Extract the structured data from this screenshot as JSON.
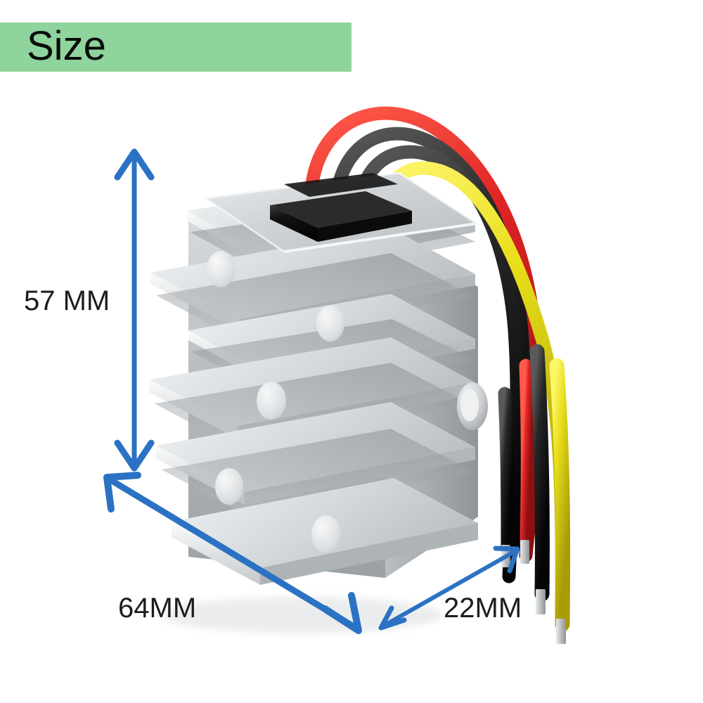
{
  "banner": {
    "label": "Size",
    "bg_color": "#8ed49c",
    "text_color": "#0a0a0a"
  },
  "dimensions": {
    "accent_color": "#2b72c4",
    "text_color": "#1c1c1c",
    "height": {
      "value": "57 MM",
      "axis": "vertical",
      "arrow_name": "height-dimension-arrow"
    },
    "width": {
      "value": "64MM",
      "axis": "diagonal-down-right",
      "arrow_name": "width-dimension-arrow"
    },
    "depth": {
      "value": "22MM",
      "axis": "diagonal-up-right",
      "arrow_name": "depth-dimension-arrow"
    }
  },
  "product": {
    "name": "dc-dc-converter-module",
    "body_color": "#c9cdd0",
    "body_highlight": "#f2f4f5",
    "body_shadow": "#8d9295",
    "gland_color": "#141414",
    "fin_count": 6,
    "boss_color": "#dfe2e4",
    "mounting_hole_name": "mounting-hole",
    "wires": [
      {
        "name": "wire-red",
        "color": "#e02424",
        "order": 1
      },
      {
        "name": "wire-black-1",
        "color": "#232323",
        "order": 2
      },
      {
        "name": "wire-black-2",
        "color": "#1d1d1d",
        "order": 3
      },
      {
        "name": "wire-yellow",
        "color": "#e8de1a",
        "order": 4
      }
    ],
    "wire_tip_color": "#bfc4c7"
  }
}
